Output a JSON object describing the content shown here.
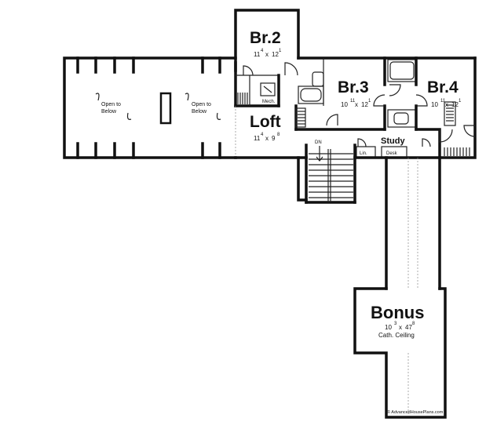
{
  "rooms": {
    "br2": {
      "name": "Br.2",
      "w_ft": "11",
      "w_in": "4",
      "d_ft": "12",
      "d_in": "1"
    },
    "br3": {
      "name": "Br.3",
      "w_ft": "10",
      "w_in": "11",
      "d_ft": "12",
      "d_in": "1"
    },
    "br4": {
      "name": "Br.4",
      "w_ft": "10",
      "w_in": "11",
      "d_ft": "12",
      "d_in": "1"
    },
    "loft": {
      "name": "Loft",
      "w_ft": "11",
      "w_in": "4",
      "d_ft": "9",
      "d_in": "8"
    },
    "bonus": {
      "name": "Bonus",
      "w_ft": "10",
      "w_in": "3",
      "d_ft": "47",
      "d_in": "8",
      "note": "Cath. Ceiling"
    },
    "study": {
      "name": "Study"
    }
  },
  "labels": {
    "x": "x",
    "mech": "Mech.",
    "lin": "Lin.",
    "desk": "Desk",
    "dn": "DN",
    "open_left_1": "Open to",
    "open_left_2": "Below",
    "open_right_1": "Open to",
    "open_right_2": "Below",
    "copyright": "© AdvancedHousePlans.com"
  }
}
